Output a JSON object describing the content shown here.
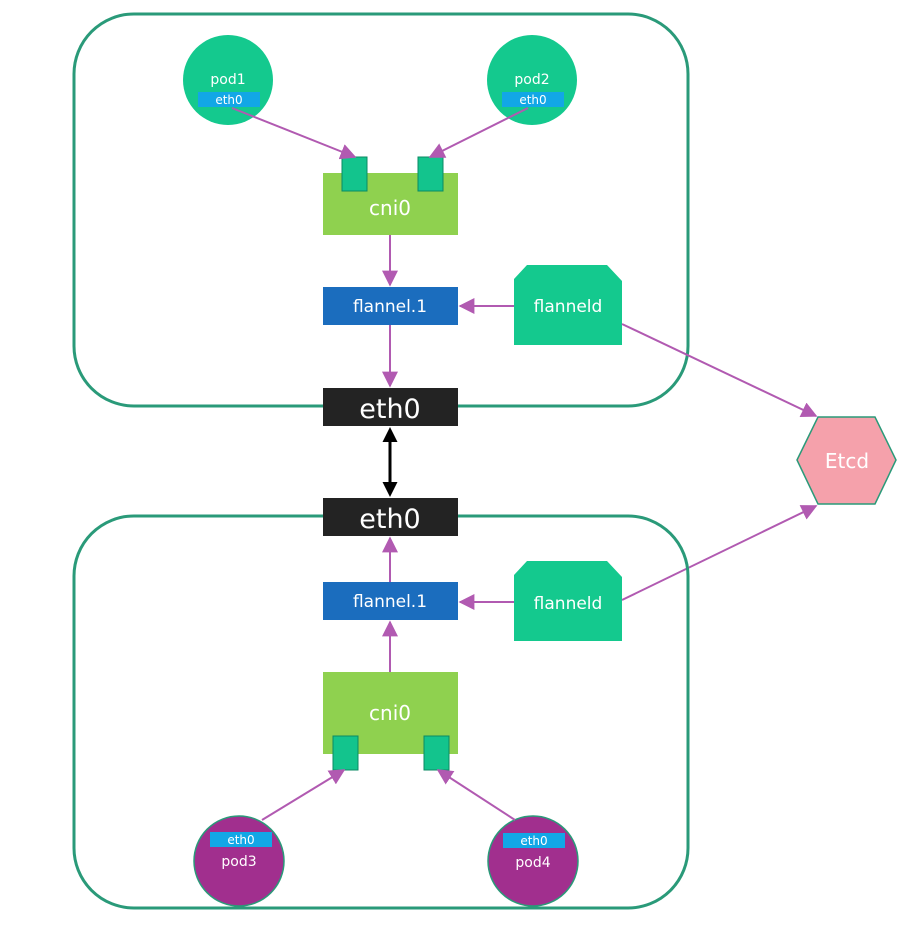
{
  "colors": {
    "host_border": "#2a9a79",
    "pod_green": "#14c98e",
    "pod_purple": "#a12f8e",
    "eth_tag": "#12a7e6",
    "cni_bridge": "#8fd14f",
    "cni_port": "#13c48d",
    "flannel_iface": "#1b6dbe",
    "flanneld_agent": "#14c98e",
    "host_eth": "#232323",
    "etcd": "#f5a1ab",
    "arrow_pink": "#b15ab1",
    "arrow_black": "#000000"
  },
  "host1": {
    "pod1": {
      "name": "pod1",
      "iface": "eth0"
    },
    "pod2": {
      "name": "pod2",
      "iface": "eth0"
    },
    "bridge": "cni0",
    "flannel": "flannel.1",
    "flanneld": "flanneld",
    "eth": "eth0"
  },
  "host2": {
    "pod3": {
      "name": "pod3",
      "iface": "eth0"
    },
    "pod4": {
      "name": "pod4",
      "iface": "eth0"
    },
    "bridge": "cni0",
    "flannel": "flannel.1",
    "flanneld": "flanneld",
    "eth": "eth0"
  },
  "etcd": "Etcd"
}
